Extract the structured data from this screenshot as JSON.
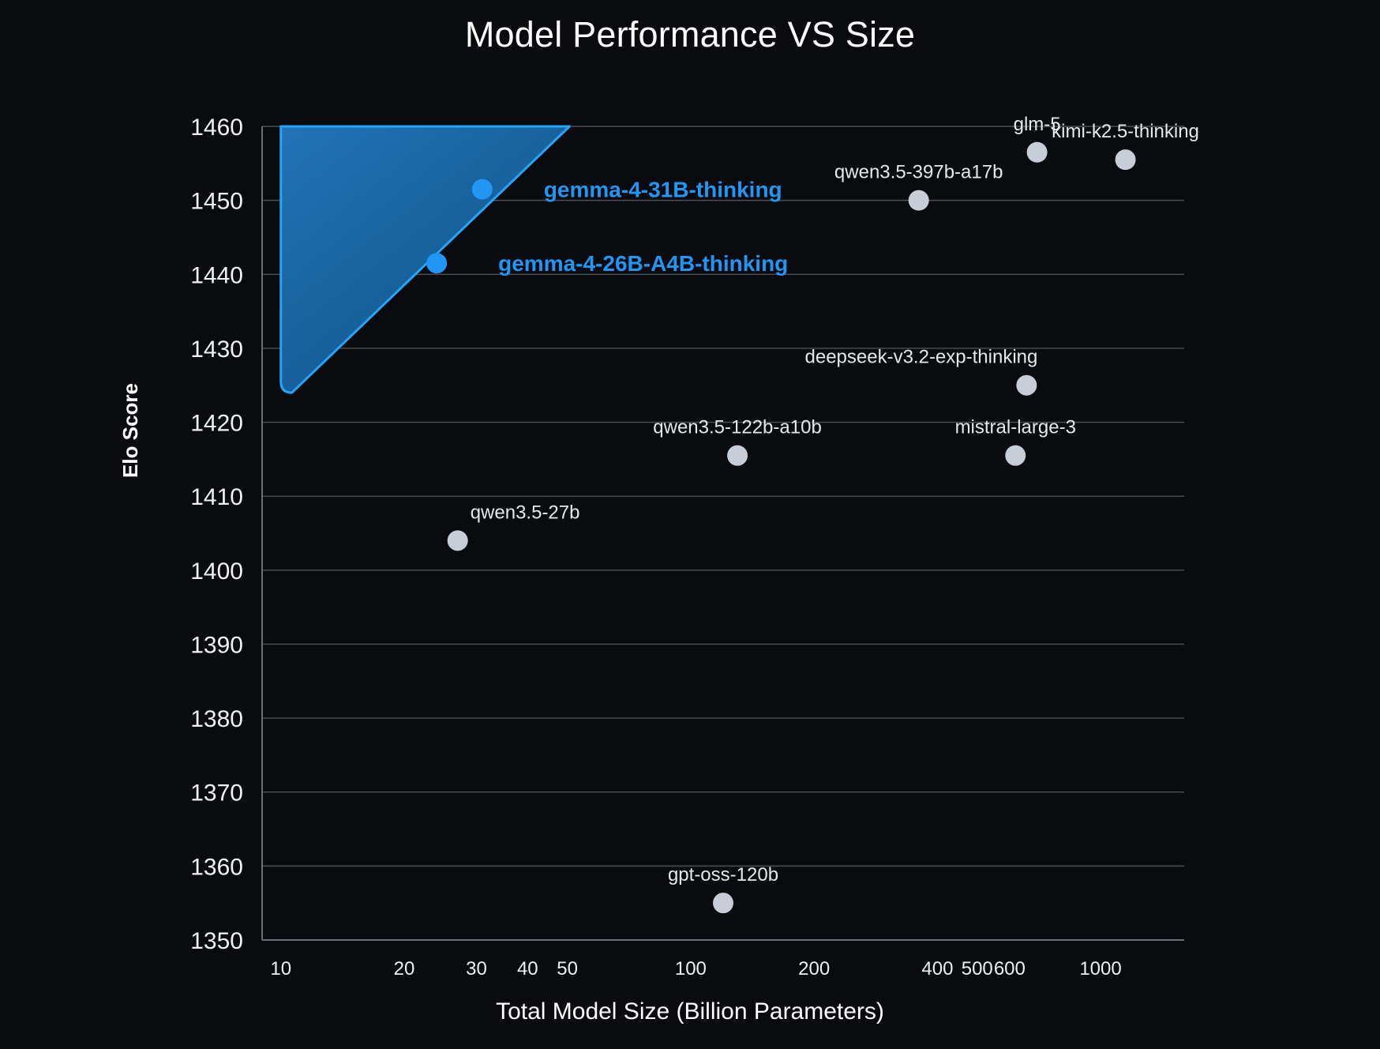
{
  "chart_data": {
    "type": "scatter",
    "title": "Model Performance VS Size",
    "xlabel": "Total Model Size (Billion Parameters)",
    "ylabel": "Elo Score",
    "xscale": "log",
    "xlim": [
      9,
      1600
    ],
    "ylim": [
      1350,
      1460
    ],
    "grid": true,
    "legend": "none",
    "xticks": [
      10,
      20,
      30,
      40,
      50,
      100,
      200,
      400,
      500,
      600,
      1000
    ],
    "xtick_labels": [
      "10",
      "20",
      "30",
      "40",
      "50",
      "100",
      "200",
      "400",
      "500",
      "600",
      "1000"
    ],
    "yticks": [
      1350,
      1360,
      1370,
      1380,
      1390,
      1400,
      1410,
      1420,
      1430,
      1440,
      1450,
      1460
    ],
    "ytick_labels": [
      "1350",
      "1360",
      "1370",
      "1380",
      "1390",
      "1400",
      "1410",
      "1420",
      "1430",
      "1440",
      "1450",
      "1460"
    ],
    "points": [
      {
        "label": "gemma-4-31B-thinking",
        "x": 31,
        "y": 1451.5,
        "highlight": true,
        "label_pos": "right"
      },
      {
        "label": "gemma-4-26B-A4B-thinking",
        "x": 24,
        "y": 1441.5,
        "highlight": true,
        "label_pos": "right"
      },
      {
        "label": "qwen3.5-27b",
        "x": 27,
        "y": 1404,
        "highlight": false,
        "label_pos": "above-right"
      },
      {
        "label": "gpt-oss-120b",
        "x": 120,
        "y": 1355,
        "highlight": false,
        "label_pos": "above"
      },
      {
        "label": "qwen3.5-122b-a10b",
        "x": 130,
        "y": 1415.5,
        "highlight": false,
        "label_pos": "above"
      },
      {
        "label": "qwen3.5-397b-a17b",
        "x": 360,
        "y": 1450,
        "highlight": false,
        "label_pos": "above"
      },
      {
        "label": "mistral-large-3",
        "x": 620,
        "y": 1415.5,
        "highlight": false,
        "label_pos": "above"
      },
      {
        "label": "deepseek-v3.2-exp-thinking",
        "x": 660,
        "y": 1425,
        "highlight": false,
        "label_pos": "above-left"
      },
      {
        "label": "glm-5",
        "x": 700,
        "y": 1456.5,
        "highlight": false,
        "label_pos": "above"
      },
      {
        "label": "kimi-k2.5-thinking",
        "x": 1150,
        "y": 1455.5,
        "highlight": false,
        "label_pos": "above"
      }
    ],
    "region": {
      "name": "pareto-frontier-region",
      "vertices": [
        [
          10,
          1460
        ],
        [
          52,
          1460
        ],
        [
          10,
          1424
        ]
      ],
      "stroke_color": "#29a3f5",
      "fill_gradient": [
        "#1b6fb5",
        "#0f5a9c"
      ]
    },
    "colors": {
      "background": "#0a0b0f",
      "text": "#ffffff",
      "accent": "#2196f3",
      "point_default": "#c8ced8",
      "point_highlight": "#2196f3",
      "grid": "#4a4f58"
    }
  }
}
